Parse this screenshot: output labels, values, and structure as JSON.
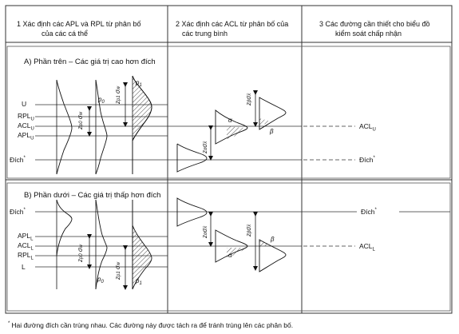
{
  "header": {
    "col1_line1": "1  Xác định các APL và RPL từ phân bố",
    "col1_line2": "của các cá thể",
    "col2_line1": "2  Xác định các ACL từ phân bố của",
    "col2_line2": "các trung bình",
    "col3_line1": "3 Các đường cần thiết cho biểu đồ",
    "col3_line2": "kiểm soát chấp nhận"
  },
  "upper": {
    "title": "A) Phần trên – Các giá trị cao hơn đích",
    "label_u": "U",
    "label_rpl": "RPL",
    "label_acl": "ACL",
    "label_apl": "APL",
    "sub": "U",
    "label_target": "Đích",
    "star": "*",
    "p0": "p",
    "p0_sub": "0",
    "p1": "p",
    "p1_sub": "1",
    "z_p0_sigma_w": "z",
    "z_p1_sigma_w": "z",
    "z_alpha": "z",
    "z_beta": "z",
    "alpha": "α",
    "beta": "β",
    "acl_right": "ACL",
    "target_right": "Đích"
  },
  "lower": {
    "title": "B) Phần dưới – Các giá trị thấp hơn đích",
    "label_target": "Đích",
    "label_apl": "APL",
    "label_acl": "ACL",
    "label_rpl": "RPL",
    "label_l": "L",
    "sub": "L",
    "p0": "p",
    "p0_sub": "0",
    "p1": "p",
    "p1_sub": "1",
    "alpha": "α",
    "beta": "β",
    "acl_right": "ACL",
    "target_right": "Đích"
  },
  "footnote": "Hai đường đích cần trùng nhau. Các đường này được tách ra để tránh trùng lên các phân bố."
}
